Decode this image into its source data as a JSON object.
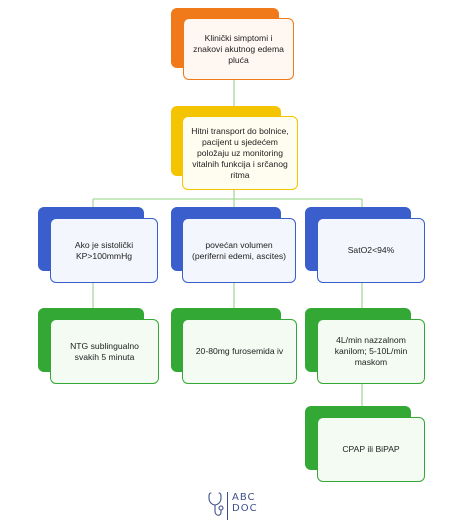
{
  "colors": {
    "orange": "#f07a1a",
    "yellow": "#f5c400",
    "blue": "#3a5fcd",
    "green": "#34a834",
    "connector": "#a6d99a"
  },
  "nodes": {
    "symptoms": "Klinički simptomi i znakovi akutnog edema pluća",
    "transport": "Hitni transport do bolnice, pacijent u sjedećem položaju uz monitoring vitalnih funkcija i srčanog ritma",
    "systolic": "Ako je sistolički KP>100mmHg",
    "volume": "povećan volumen (periferni edemi, ascites)",
    "sat": "SatO2<94%",
    "ntg": "NTG sublingualno svakih 5 minuta",
    "furosemide": "20-80mg furosemida iv",
    "oxygen": "4L/min nazzalnom kanilom; 5-10L/min maskom",
    "cpap": "CPAP ili BiPAP"
  },
  "logo": {
    "line1": "ABC",
    "line2": "DOC",
    "icon": "stethoscope-icon"
  }
}
